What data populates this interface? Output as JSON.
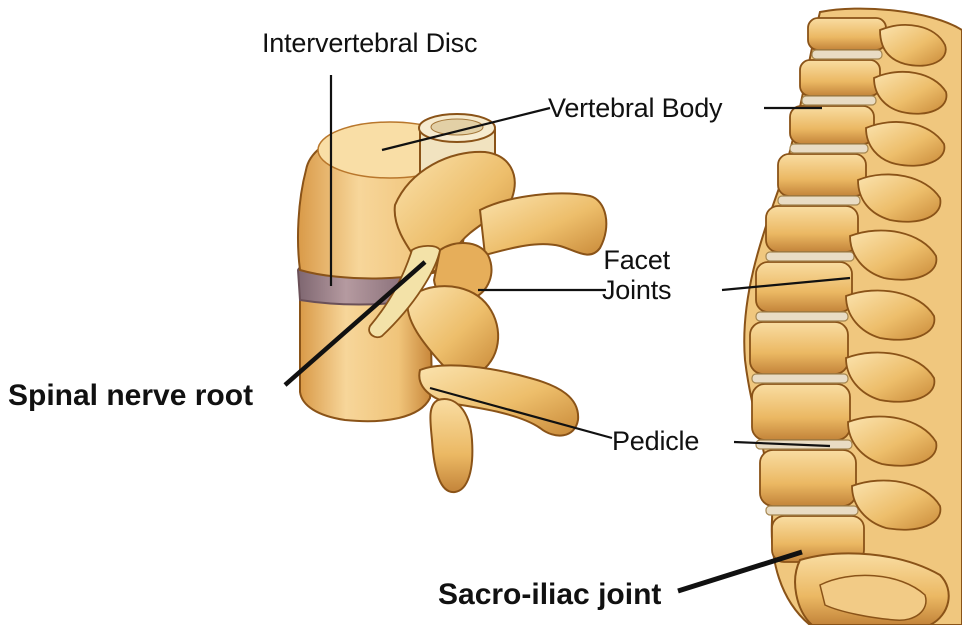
{
  "labels": {
    "intervertebral_disc": "Intervertebral Disc",
    "vertebral_body": "Vertebral Body",
    "facet_joints_line1": "Facet",
    "facet_joints_line2": "Joints",
    "pedicle": "Pedicle",
    "spinal_nerve_root": "Spinal nerve root",
    "sacro_iliac_joint": "Sacro-iliac joint"
  },
  "colors": {
    "bone_light": "#F7D79A",
    "bone_mid": "#E8B25C",
    "bone_dark": "#B8752A",
    "bone_outline": "#8A5318",
    "disc_purple": "#9A7F86",
    "disc_spine": "#E9DCC4",
    "nerve": "#F3E2A8",
    "leader_line": "#111111"
  }
}
